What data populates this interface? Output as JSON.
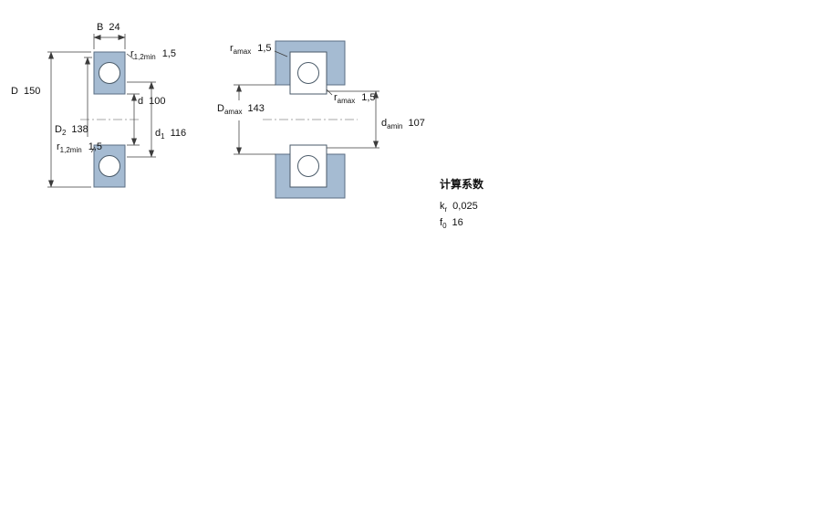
{
  "drawing": {
    "left_view": {
      "width_dim": {
        "sym": "B",
        "value": "24"
      },
      "outer_dia_dim": {
        "sym": "D",
        "value": "150"
      },
      "bore_dim": {
        "sym": "d",
        "value": "100"
      },
      "recess_dia_dim": {
        "sym": "D",
        "sub": "2",
        "value": "138"
      },
      "shoulder_dia_dim": {
        "sym": "d",
        "sub": "1",
        "value": "116"
      },
      "fillet_top_dim": {
        "sym": "r",
        "sub": "1,2min",
        "value": "1,5"
      },
      "fillet_bottom_dim": {
        "sym": "r",
        "sub": "1,2min",
        "value": "1,5"
      }
    },
    "right_view": {
      "housing_fillet_dim": {
        "sym": "r",
        "sub": "amax",
        "value": "1,5"
      },
      "housing_shoulder_dim": {
        "sym": "D",
        "sub": "amax",
        "value": "143"
      },
      "shaft_fillet_dim": {
        "sym": "r",
        "sub": "amax",
        "value": "1,5"
      },
      "shaft_shoulder_dim": {
        "sym": "d",
        "sub": "amin",
        "value": "107"
      }
    },
    "calculation_factors": {
      "heading": "计算系数",
      "kr": {
        "sym": "k",
        "sub": "r",
        "value": "0,025"
      },
      "f0": {
        "sym": "f",
        "sub": "0",
        "value": "16"
      }
    },
    "colors": {
      "section_fill": "#a5bbd2",
      "section_stroke": "#5a6e83",
      "dimension_line": "#3c3c3c"
    }
  }
}
